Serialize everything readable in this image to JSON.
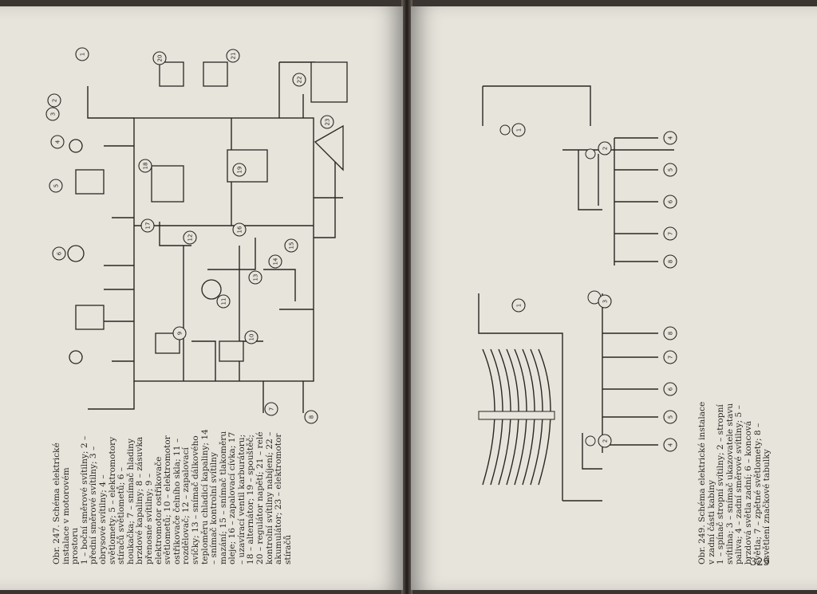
{
  "left_page": {
    "caption": "Obr. 247. Schéma elektrické instalace v motorovém prostoru\n1 – boční směrové svítilny; 2 – přední směrové svítilny; 3 – obrysové svítilny; 4 – světlomety; 5 – elektromotory stíračů světlometů; 6 – houkačka; 7 – snímač hladiny brzdové kapaliny; 8 – zásuvka přenosné svítilny; 9 – elektromotor ostřikovače světlometů; 10 – elektromotor ostřikovače čelního skla; 11 – rozdělovač; 12 – zapalovací svíčky; 13 – snímač dálkového teploměru chladicí kapaliny; 14 – snímač kontrolní svítilny mazání; 15 – snímač tlakoměru oleje; 16 – zapalovací cívka; 17 – uzavírací ventil karburátoru; 18 – alternátor; 19 – spouštěč; 20 – regulátor napětí; 21 – relé kontrolní svítilny nabíjení; 22 – akumulátor; 23 – elektromotor stíračů",
    "callouts": [
      "1",
      "2",
      "3",
      "4",
      "5",
      "6",
      "7",
      "8",
      "9",
      "10",
      "11",
      "12",
      "13",
      "14",
      "15",
      "16",
      "17",
      "18",
      "19",
      "20",
      "21",
      "22",
      "23"
    ]
  },
  "right_page": {
    "caption_a": "Obr. 249. Schéma elektrické instalace v zadní části kabiny\n1 – spínač stropní svítilny; 2 – stropní svítilna; 3 – snímač ukazovatele stavu paliva; 4 – zadní směrové svítilny; 5 – brzdová světla zadní; 6 – koncová světla; 7 – zpětné světlomety; 8 – osvětlení značkové tabulky",
    "page_number": "329",
    "callouts_top": [
      "1",
      "2",
      "4",
      "5",
      "6",
      "7",
      "8"
    ],
    "callouts_bottom": [
      "1",
      "2",
      "3",
      "8",
      "7",
      "6",
      "5",
      "4"
    ]
  },
  "colors": {
    "paper": "#e7e4dc",
    "ink": "#2a2622",
    "background": "#3a3530"
  }
}
